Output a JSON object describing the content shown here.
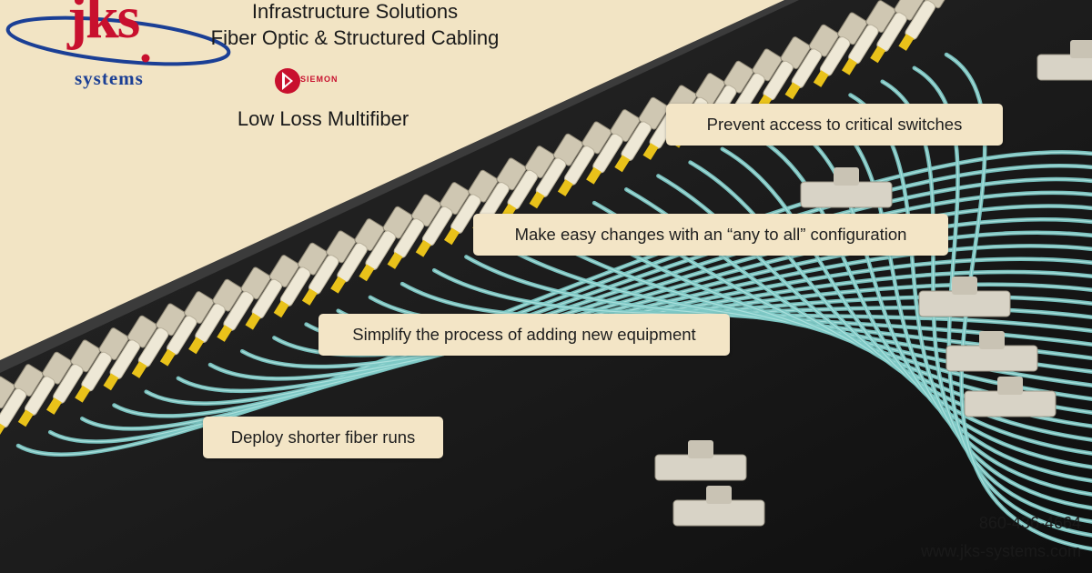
{
  "logo": {
    "word": "jks",
    "sub": "systems"
  },
  "header": {
    "line1": "Infrastructure Solutions",
    "line2": "Fiber Optic & Structured Cabling",
    "product": "Low Loss Multifiber"
  },
  "partner": {
    "name": "SIEMON"
  },
  "callouts": [
    "Prevent access to critical switches",
    "Make easy changes with an “any to all” configuration",
    "Simplify the process of adding new equipment",
    "Deploy shorter fiber runs"
  ],
  "contact": {
    "phone": "860-436-4664",
    "website": "www.jks-systems.com"
  },
  "colors": {
    "background": "#f2e4c4",
    "panel": "#191919",
    "fiber": "#7ec9c6",
    "connector": "#eee8d6",
    "ferrule": "#e9c21a",
    "brand_red": "#c8102e",
    "brand_blue": "#1b3f95"
  }
}
